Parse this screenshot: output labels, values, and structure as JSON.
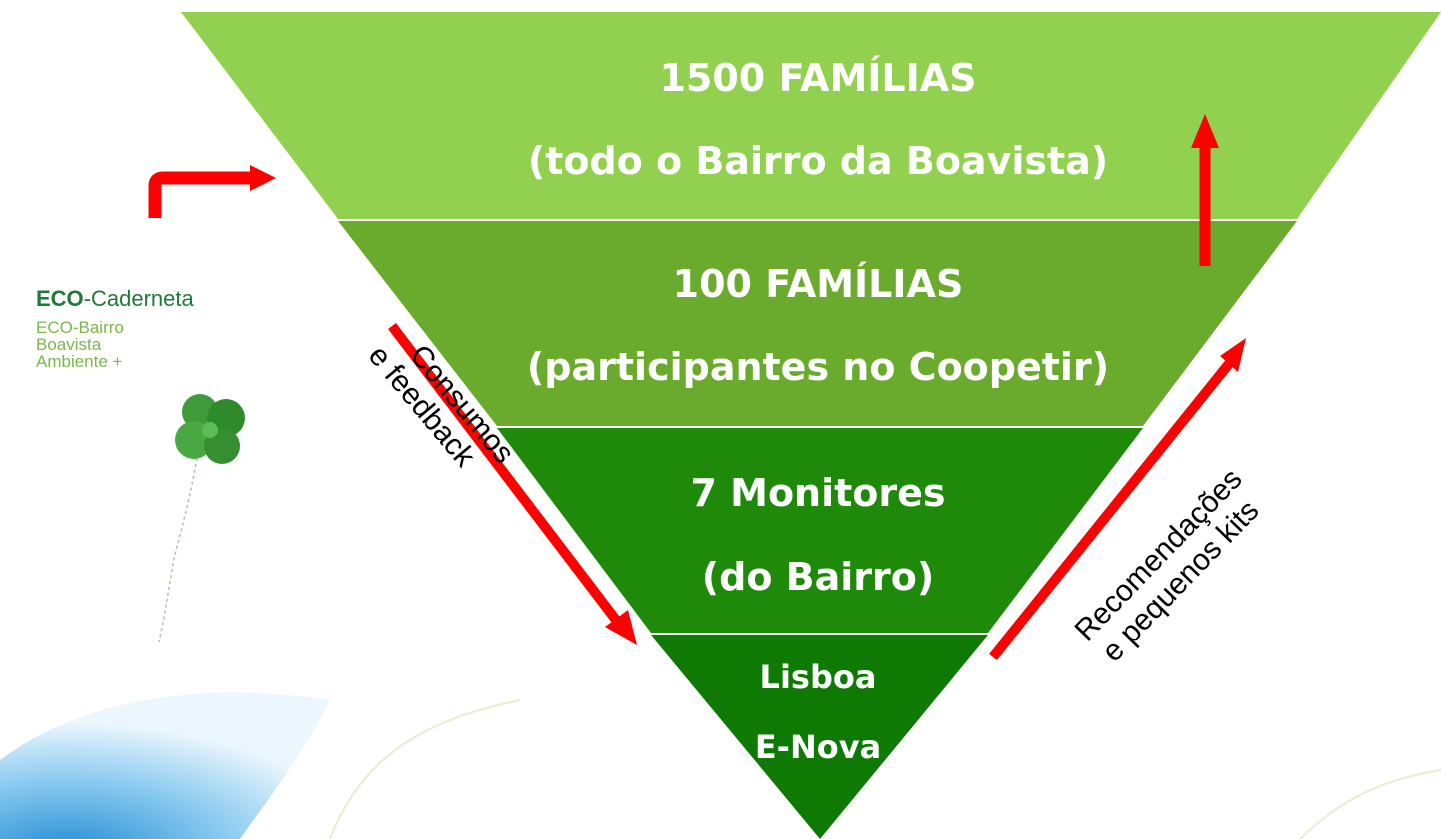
{
  "diagram": {
    "tiers": [
      {
        "line1": "1500 FAMÍLIAS",
        "line2": "(todo o Bairro da Boavista)",
        "color": "#92d050"
      },
      {
        "line1": "100 FAMÍLIAS",
        "line2": "(participantes no Coopetir)",
        "color": "#6aaa2c"
      },
      {
        "line1": "7 Monitores",
        "line2": "(do Bairro)",
        "color": "#1f8a0a"
      },
      {
        "line1": "Lisboa",
        "line2": "E-Nova",
        "color": "#0e7a04"
      }
    ],
    "left_arrow_label": {
      "line1": "Consumos",
      "line2": "e feedback"
    },
    "right_arrow_label": {
      "line1": "Recomendações",
      "line2": "e pequenos kits"
    },
    "arrow_color": "#ff0000"
  },
  "eco_card": {
    "title_bold": "ECO",
    "title_rest": "-Caderneta",
    "subtitle_lines": [
      "ECO-Bairro",
      "Boavista",
      "Ambiente +"
    ],
    "icon": "four-leaf-clover-icon"
  }
}
